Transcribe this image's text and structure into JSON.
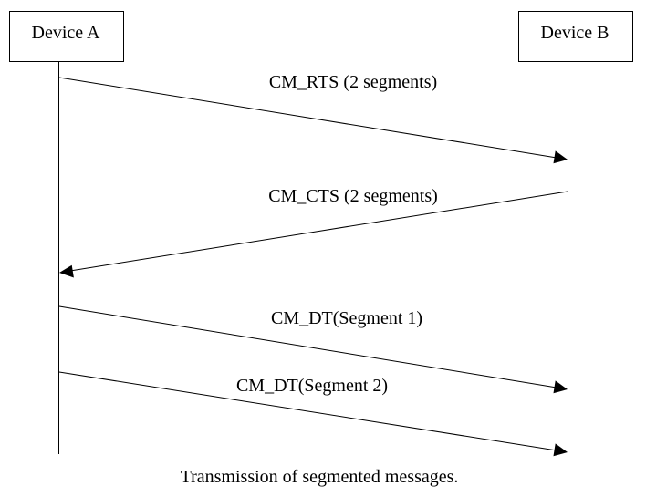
{
  "devices": {
    "a": {
      "label": "Device A"
    },
    "b": {
      "label": "Device B"
    }
  },
  "messages": [
    {
      "label": "CM_RTS (2 segments)",
      "from": "a",
      "to": "b"
    },
    {
      "label": "CM_CTS (2 segments)",
      "from": "b",
      "to": "a"
    },
    {
      "label": "CM_DT(Segment 1)",
      "from": "a",
      "to": "b"
    },
    {
      "label": "CM_DT(Segment 2)",
      "from": "a",
      "to": "b"
    }
  ],
  "caption": "Transmission of segmented messages."
}
